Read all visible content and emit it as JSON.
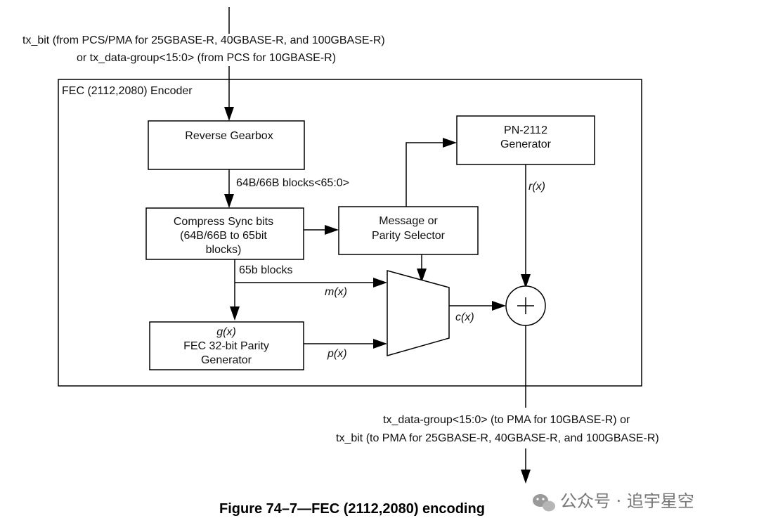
{
  "input_label": {
    "line1": "tx_bit (from PCS/PMA for 25GBASE-R, 40GBASE-R, and 100GBASE-R)",
    "line2": "or tx_data-group<15:0> (from PCS for 10GBASE-R)"
  },
  "encoder_label": "FEC (2112,2080) Encoder",
  "blocks": {
    "reverse_gearbox": "Reverse Gearbox",
    "compress_sync": [
      "Compress Sync bits",
      "(64B/66B to 65bit",
      "blocks)"
    ],
    "message_selector": [
      "Message or",
      "Parity Selector"
    ],
    "pn_generator": [
      "PN-2112",
      "Generator"
    ],
    "parity_generator": [
      "g(x)",
      "FEC 32-bit Parity",
      "Generator"
    ]
  },
  "signals": {
    "blocks_64b66b": "64B/66B blocks<65:0>",
    "blocks_65b": "65b blocks",
    "m": "m(x)",
    "p": "p(x)",
    "c": "c(x)",
    "r": "r(x)"
  },
  "output_label": {
    "line1": "tx_data-group<15:0> (to PMA for 10GBASE-R) or",
    "line2": "tx_bit (to PMA for 25GBASE-R, 40GBASE-R, and 100GBASE-R)"
  },
  "caption": "Figure 74–7—FEC (2112,2080) encoding",
  "watermark": "公众号 · 追宇星空",
  "icons": {
    "adder": "plus-circle-icon",
    "mux": "mux-trapezoid-icon",
    "watermark": "wechat-icon"
  }
}
